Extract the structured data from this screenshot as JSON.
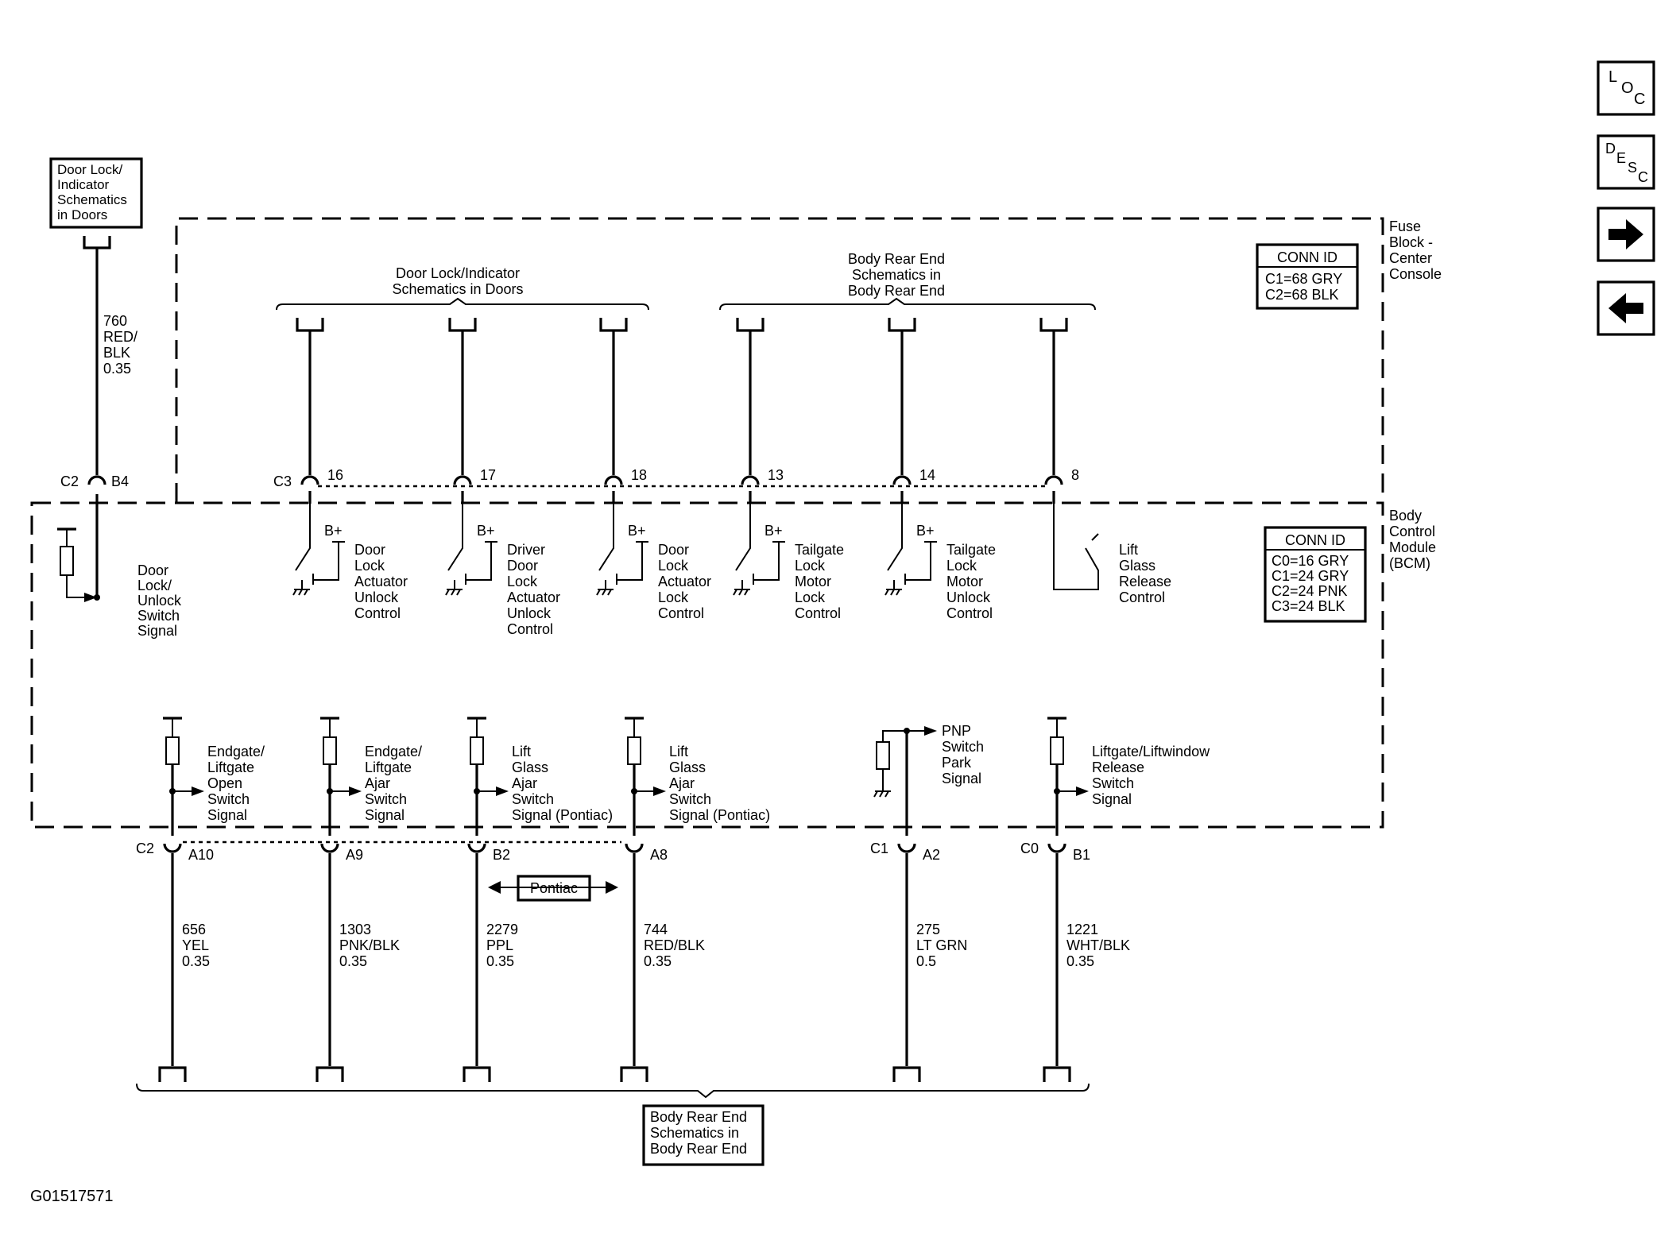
{
  "figure_id": "G01517571",
  "nav": {
    "loc": [
      "L",
      "O",
      "C"
    ],
    "desc": [
      "D",
      "E",
      "S",
      "C"
    ],
    "next_icon": "arrow-right-icon",
    "prev_icon": "arrow-left-icon"
  },
  "ref_boxes": {
    "top_left": [
      "Door Lock/",
      "Indicator",
      "Schematics",
      "in Doors"
    ],
    "top_group_left": [
      "Door Lock/Indicator",
      "Schematics in Doors"
    ],
    "top_group_right": [
      "Body Rear End",
      "Schematics in",
      "Body Rear End"
    ],
    "bottom": [
      "Body Rear End",
      "Schematics in",
      "Body Rear End"
    ]
  },
  "modules": {
    "fuse_block": [
      "Fuse",
      "Block -",
      "Center",
      "Console"
    ],
    "bcm": [
      "Body",
      "Control",
      "Module",
      "(BCM)"
    ]
  },
  "conn_fuse": {
    "title": "CONN ID",
    "rows": [
      "C1=68 GRY",
      "C2=68 BLK"
    ]
  },
  "conn_bcm": {
    "title": "CONN ID",
    "rows": [
      "C0=16 GRY",
      "C1=24 GRY",
      "C2=24 PNK",
      "C3=24 BLK"
    ]
  },
  "left_wire": {
    "conn": "C2",
    "pin": "B4",
    "wire": [
      "760",
      "RED/",
      "BLK",
      "0.35"
    ],
    "signal": [
      "Door",
      "Lock/",
      "Unlock",
      "Switch",
      "Signal"
    ]
  },
  "top_circuits": [
    {
      "conn": "C3",
      "pin": "16",
      "bplus": "B+",
      "label": [
        "Door",
        "Lock",
        "Actuator",
        "Unlock",
        "Control"
      ]
    },
    {
      "conn": "",
      "pin": "17",
      "bplus": "B+",
      "label": [
        "Driver",
        "Door",
        "Lock",
        "Actuator",
        "Unlock",
        "Control"
      ]
    },
    {
      "conn": "",
      "pin": "18",
      "bplus": "B+",
      "label": [
        "Door",
        "Lock",
        "Actuator",
        "Lock",
        "Control"
      ]
    },
    {
      "conn": "",
      "pin": "13",
      "bplus": "B+",
      "label": [
        "Tailgate",
        "Lock",
        "Motor",
        "Lock",
        "Control"
      ]
    },
    {
      "conn": "",
      "pin": "14",
      "bplus": "B+",
      "label": [
        "Tailgate",
        "Lock",
        "Motor",
        "Unlock",
        "Control"
      ]
    },
    {
      "conn": "",
      "pin": "8",
      "bplus": "",
      "label": [
        "Lift",
        "Glass",
        "Release",
        "Control"
      ]
    }
  ],
  "bottom_circuits": [
    {
      "conn": "C2",
      "pin": "A10",
      "signal": [
        "Endgate/",
        "Liftgate",
        "Open",
        "Switch",
        "Signal"
      ],
      "wire": [
        "656",
        "YEL",
        "0.35"
      ]
    },
    {
      "conn": "",
      "pin": "A9",
      "signal": [
        "Endgate/",
        "Liftgate",
        "Ajar",
        "Switch",
        "Signal"
      ],
      "wire": [
        "1303",
        "PNK/BLK",
        "0.35"
      ]
    },
    {
      "conn": "",
      "pin": "B2",
      "signal": [
        "Lift",
        "Glass",
        "Ajar",
        "Switch",
        "Signal (Pontiac)"
      ],
      "wire": [
        "2279",
        "PPL",
        "0.35"
      ]
    },
    {
      "conn": "",
      "pin": "A8",
      "signal": [
        "Lift",
        "Glass",
        "Ajar",
        "Switch",
        "Signal (Pontiac)"
      ],
      "wire": [
        "744",
        "RED/BLK",
        "0.35"
      ]
    },
    {
      "conn": "C1",
      "pin": "A2",
      "signal": [
        "PNP",
        "Switch",
        "Park",
        "Signal"
      ],
      "wire": [
        "275",
        "LT GRN",
        "0.5"
      ]
    },
    {
      "conn": "C0",
      "pin": "B1",
      "signal": [
        "Liftgate/Liftwindow",
        "Release",
        "Switch",
        "Signal"
      ],
      "wire": [
        "1221",
        "WHT/BLK",
        "0.35"
      ]
    }
  ],
  "pontiac_label": "Pontiac"
}
